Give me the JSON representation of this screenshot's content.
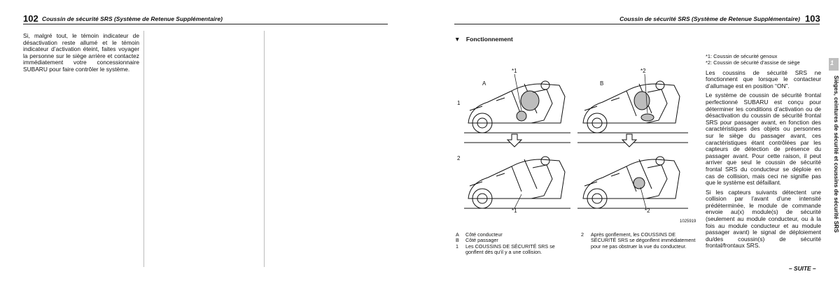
{
  "left_page": {
    "page_number": "102",
    "header_title": "Coussin de sécurité SRS (Système de Retenue Supplémentaire)",
    "paragraph": "Si, malgré tout, le témoin indicateur de désactivation reste allumé et le témoin indicateur d’activation éteint, faites voyager la personne sur le siège arrière et contactez immédiatement votre concessionnaire SUBARU pour faire contrôler le système."
  },
  "right_page": {
    "page_number": "103",
    "header_title": "Coussin de sécurité SRS (Système de Retenue Supplémentaire)",
    "section_heading": "Fonctionnement",
    "section_marker": "▼",
    "footnotes": [
      "*1: Coussin de sécurité genoux",
      "*2: Coussin de sécurité d’assise de siège"
    ],
    "paragraphs": [
      "Les coussins de sécurité SRS ne fonctionnent que lorsque le contacteur d’allumage est en position “ON”.",
      "Le système de coussin de sécurité frontal perfectionné SUBARU est conçu pour déterminer les conditions d’activation ou de désactivation du coussin de sécurité frontal SRS pour passager avant, en fonction des caractéristiques des objets ou personnes sur le siège du passager avant, ces caractéristiques étant contrôlées par les capteurs de détection de présence du passager avant. Pour cette raison, il peut arriver que seul le coussin de sécurité frontal SRS du conducteur se déploie en cas de collision, mais ceci ne signifie pas que le système est défaillant.",
      "Si les capteurs suivants détectent une collision par l’avant d’une intensité prédéterminée, le module de commande envoie au(x) module(s) de sécurité (seulement au module conducteur, ou à la fois au module conducteur et au module passager avant) le signal de déploiement du/des coussin(s) de sécurité frontal/frontaux SRS."
    ],
    "chapter_tab_number": "1",
    "chapter_title": "Sièges, ceintures de sécurité et coussins de sécurité SRS",
    "continued": "– SUITE –"
  },
  "figure": {
    "label_A": "A",
    "label_B": "B",
    "label_row1": "1",
    "label_row2": "2",
    "mark_top_left": "*1",
    "mark_top_right": "*2",
    "mark_bottom_left": "*1",
    "mark_bottom_right": "*2",
    "figure_code": "1025919",
    "legend_left": [
      {
        "key": "A",
        "text": "Côté conducteur"
      },
      {
        "key": "B",
        "text": "Côté passager"
      },
      {
        "key": "1",
        "text": "Les COUSSINS DE SÉCURITÉ SRS se gonflent dès qu’il y a une collision."
      }
    ],
    "legend_right": [
      {
        "key": "2",
        "text": "Après gonflement, les COUSSINS DE SÉCURITÉ SRS se dégonflent immédiatement pour ne pas obstruer la vue du conducteur."
      }
    ]
  }
}
